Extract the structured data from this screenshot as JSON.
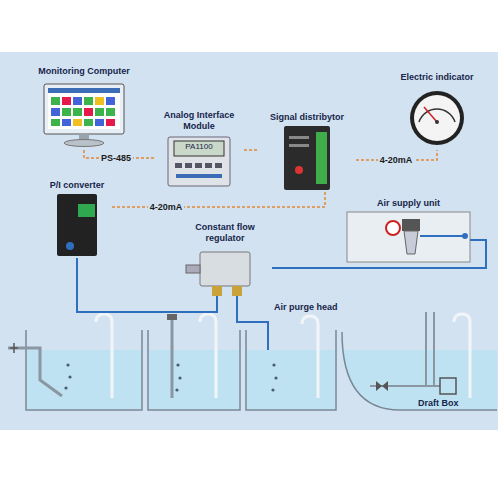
{
  "diagram": {
    "nodes": [
      {
        "text": [
          "Monitoring Computer"
        ]
      },
      {
        "text": [
          "Analog Interface Module",
          "PA1100"
        ]
      },
      {
        "text": [
          "Signal distribytor"
        ]
      },
      {
        "text": [
          "Electric indicator"
        ]
      },
      {
        "text": [
          "P/I converter"
        ]
      },
      {
        "text": [
          "Air supply unit"
        ]
      },
      {
        "text": [
          "Constant flow regulator"
        ]
      }
    ],
    "edges": [
      {
        "from": 0,
        "to": 1,
        "label": "PS-485",
        "arrow": "none"
      },
      {
        "from": 1,
        "to": 2,
        "arrow": "none"
      },
      {
        "from": 2,
        "to": 3,
        "label": "4-20mA",
        "arrow": "none"
      },
      {
        "from": 2,
        "to": 4,
        "label": "4-20mA",
        "arrow": "none"
      },
      {
        "from": 4,
        "to": 6,
        "arrow": "none"
      },
      {
        "from": 5,
        "to": 6,
        "arrow": "none"
      }
    ],
    "labels": [
      "Air purge head",
      "Draft Box"
    ]
  }
}
